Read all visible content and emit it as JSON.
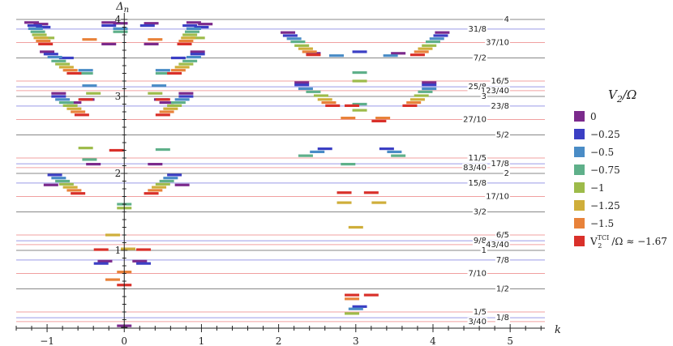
{
  "chart_data": {
    "type": "scatter",
    "xlabel": "k",
    "ylabel": "Δn",
    "xlim": [
      -1.4,
      5.45
    ],
    "ylim": [
      0,
      4
    ],
    "x_ticks": [
      "−1",
      "0",
      "1",
      "2",
      "3",
      "4",
      "5"
    ],
    "y_ticks": [
      "1",
      "2",
      "3",
      "4"
    ],
    "reference_lines": [
      {
        "label": "4",
        "value": 4,
        "kind": "integer"
      },
      {
        "label": "31/8",
        "value": 3.875,
        "kind": "eighth"
      },
      {
        "label": "37/10",
        "value": 3.7,
        "kind": "fraction"
      },
      {
        "label": "7/2",
        "value": 3.5,
        "kind": "half"
      },
      {
        "label": "16/5",
        "value": 3.2,
        "kind": "fraction"
      },
      {
        "label": "25/8",
        "value": 3.125,
        "kind": "eighth"
      },
      {
        "label": "123/40",
        "value": 3.075,
        "kind": "fraction"
      },
      {
        "label": "3",
        "value": 3,
        "kind": "integer"
      },
      {
        "label": "23/8",
        "value": 2.875,
        "kind": "eighth"
      },
      {
        "label": "27/10",
        "value": 2.7,
        "kind": "fraction"
      },
      {
        "label": "5/2",
        "value": 2.5,
        "kind": "half"
      },
      {
        "label": "11/5",
        "value": 2.2,
        "kind": "fraction"
      },
      {
        "label": "17/8",
        "value": 2.125,
        "kind": "eighth"
      },
      {
        "label": "83/40",
        "value": 2.075,
        "kind": "fraction"
      },
      {
        "label": "2",
        "value": 2,
        "kind": "integer"
      },
      {
        "label": "15/8",
        "value": 1.875,
        "kind": "eighth"
      },
      {
        "label": "17/10",
        "value": 1.7,
        "kind": "fraction"
      },
      {
        "label": "3/2",
        "value": 1.5,
        "kind": "half"
      },
      {
        "label": "6/5",
        "value": 1.2,
        "kind": "fraction"
      },
      {
        "label": "9/8",
        "value": 1.125,
        "kind": "eighth"
      },
      {
        "label": "43/40",
        "value": 1.075,
        "kind": "fraction"
      },
      {
        "label": "1",
        "value": 1,
        "kind": "integer"
      },
      {
        "label": "7/8",
        "value": 0.875,
        "kind": "eighth"
      },
      {
        "label": "7/10",
        "value": 0.7,
        "kind": "fraction"
      },
      {
        "label": "1/2",
        "value": 0.5,
        "kind": "half"
      },
      {
        "label": "1/5",
        "value": 0.2,
        "kind": "fraction"
      },
      {
        "label": "1/8",
        "value": 0.125,
        "kind": "eighth"
      },
      {
        "label": "3/40",
        "value": 0.075,
        "kind": "fraction"
      }
    ],
    "line_colors": {
      "integer": "#888888",
      "half": "#888888",
      "eighth": "#9a9ae6",
      "fraction": "#f0a0a0"
    },
    "legend": {
      "title": "V2/Ω",
      "title_main": "V",
      "title_sub": "2",
      "title_rest": "/Ω",
      "placement": "right",
      "entries": [
        {
          "label": "0",
          "color": "#7b2a8c"
        },
        {
          "label": "−0.25",
          "color": "#3b3fc4"
        },
        {
          "label": "−0.5",
          "color": "#4a8cc6"
        },
        {
          "label": "−0.75",
          "color": "#5fb08a"
        },
        {
          "label": "−1",
          "color": "#9dbb4a"
        },
        {
          "label": "−1.25",
          "color": "#cfae3a"
        },
        {
          "label": "−1.5",
          "color": "#e8823a"
        },
        {
          "label": "V2TCI/Ω ≈ −1.67",
          "color": "#d9302a",
          "main": "V",
          "sub": "2",
          "sup": "TCI",
          "rest": "/Ω ≈ −1.67"
        }
      ]
    },
    "series": [
      {
        "name": "0",
        "color": "#7b2a8c",
        "points": [
          [
            -1.2,
            3.96
          ],
          [
            -1.08,
            3.94
          ],
          [
            -0.2,
            3.96
          ],
          [
            -0.05,
            3.95
          ],
          [
            0.35,
            3.95
          ],
          [
            0.9,
            3.96
          ],
          [
            1.05,
            3.94
          ],
          [
            -1.0,
            3.58
          ],
          [
            0.95,
            3.58
          ],
          [
            -0.2,
            3.68
          ],
          [
            0.35,
            3.68
          ],
          [
            2.12,
            3.83
          ],
          [
            4.12,
            3.83
          ],
          [
            2.45,
            3.56
          ],
          [
            3.55,
            3.56
          ],
          [
            2.3,
            3.18
          ],
          [
            3.95,
            3.18
          ],
          [
            -0.85,
            3.04
          ],
          [
            0.8,
            3.04
          ],
          [
            -0.65,
            2.92
          ],
          [
            0.55,
            2.92
          ],
          [
            -0.48,
            2.96
          ],
          [
            0.48,
            2.96
          ],
          [
            -0.95,
            1.85
          ],
          [
            0.75,
            1.85
          ],
          [
            -0.4,
            2.12
          ],
          [
            0.4,
            2.12
          ],
          [
            -0.25,
            0.86
          ],
          [
            0.2,
            0.86
          ],
          [
            0,
            0.02
          ]
        ]
      },
      {
        "name": "−0.25",
        "color": "#3b3fc4",
        "points": [
          [
            -1.16,
            3.92
          ],
          [
            -1.05,
            3.9
          ],
          [
            -0.2,
            3.92
          ],
          [
            0.3,
            3.92
          ],
          [
            0.85,
            3.92
          ],
          [
            1.0,
            3.9
          ],
          [
            -0.95,
            3.55
          ],
          [
            0.95,
            3.55
          ],
          [
            -0.75,
            3.5
          ],
          [
            0.7,
            3.5
          ],
          [
            2.15,
            3.79
          ],
          [
            4.1,
            3.79
          ],
          [
            2.3,
            3.15
          ],
          [
            3.95,
            3.15
          ],
          [
            3.05,
            3.58
          ],
          [
            -0.85,
            3.0
          ],
          [
            0.8,
            3.0
          ],
          [
            -0.9,
            1.98
          ],
          [
            0.65,
            1.98
          ],
          [
            -0.3,
            0.83
          ],
          [
            0.25,
            0.83
          ],
          [
            2.6,
            2.32
          ],
          [
            3.4,
            2.32
          ],
          [
            3.05,
            0.27
          ]
        ]
      },
      {
        "name": "−0.5",
        "color": "#4a8cc6",
        "points": [
          [
            -1.15,
            3.88
          ],
          [
            -0.05,
            3.88
          ],
          [
            0.9,
            3.88
          ],
          [
            -0.9,
            3.51
          ],
          [
            0.9,
            3.51
          ],
          [
            -0.5,
            3.34
          ],
          [
            0.5,
            3.34
          ],
          [
            2.2,
            3.75
          ],
          [
            4.05,
            3.75
          ],
          [
            2.35,
            3.1
          ],
          [
            3.95,
            3.1
          ],
          [
            2.75,
            3.53
          ],
          [
            3.45,
            3.53
          ],
          [
            -0.8,
            2.96
          ],
          [
            0.75,
            2.96
          ],
          [
            -0.85,
            1.94
          ],
          [
            0.6,
            1.94
          ],
          [
            -0.45,
            3.14
          ],
          [
            0.45,
            3.14
          ],
          [
            2.5,
            2.28
          ],
          [
            3.5,
            2.28
          ],
          [
            3.0,
            0.24
          ]
        ]
      },
      {
        "name": "−0.75",
        "color": "#5fb08a",
        "points": [
          [
            -1.12,
            3.84
          ],
          [
            -0.05,
            3.84
          ],
          [
            0.88,
            3.84
          ],
          [
            -0.85,
            3.46
          ],
          [
            0.85,
            3.46
          ],
          [
            -0.5,
            3.3
          ],
          [
            0.5,
            3.3
          ],
          [
            2.25,
            3.71
          ],
          [
            4.0,
            3.71
          ],
          [
            3.05,
            3.31
          ],
          [
            2.45,
            3.06
          ],
          [
            3.9,
            3.06
          ],
          [
            -0.75,
            2.92
          ],
          [
            0.7,
            2.92
          ],
          [
            -0.8,
            1.9
          ],
          [
            0.55,
            1.9
          ],
          [
            -0.45,
            2.18
          ],
          [
            0.5,
            2.31
          ],
          [
            0,
            1.6
          ],
          [
            2.35,
            2.23
          ],
          [
            3.55,
            2.23
          ],
          [
            3.05,
            2.9
          ],
          [
            2.9,
            2.12
          ]
        ]
      },
      {
        "name": "−1",
        "color": "#9dbb4a",
        "points": [
          [
            -1.1,
            3.8
          ],
          [
            0.85,
            3.8
          ],
          [
            -1.0,
            3.76
          ],
          [
            0.95,
            3.76
          ],
          [
            -0.8,
            3.42
          ],
          [
            0.8,
            3.42
          ],
          [
            -0.4,
            3.04
          ],
          [
            0.4,
            3.04
          ],
          [
            2.3,
            3.66
          ],
          [
            3.95,
            3.66
          ],
          [
            3.05,
            3.2
          ],
          [
            2.55,
            3.01
          ],
          [
            3.85,
            3.01
          ],
          [
            -0.7,
            2.88
          ],
          [
            0.65,
            2.88
          ],
          [
            -0.75,
            1.86
          ],
          [
            0.5,
            1.86
          ],
          [
            0,
            1.55
          ],
          [
            3.05,
            2.82
          ],
          [
            2.95,
            0.18
          ],
          [
            -0.5,
            2.33
          ]
        ]
      },
      {
        "name": "−1.25",
        "color": "#cfae3a",
        "points": [
          [
            -1.08,
            3.76
          ],
          [
            0.83,
            3.76
          ],
          [
            -0.75,
            3.38
          ],
          [
            0.75,
            3.38
          ],
          [
            -0.65,
            2.84
          ],
          [
            0.6,
            2.84
          ],
          [
            2.35,
            3.62
          ],
          [
            3.9,
            3.62
          ],
          [
            2.6,
            2.96
          ],
          [
            3.8,
            2.96
          ],
          [
            -0.7,
            1.82
          ],
          [
            0.45,
            1.82
          ],
          [
            -0.15,
            1.2
          ],
          [
            0.05,
            1.02
          ],
          [
            3.0,
            1.3
          ],
          [
            2.85,
            1.62
          ],
          [
            3.3,
            1.62
          ]
        ]
      },
      {
        "name": "−1.5",
        "color": "#e8823a",
        "points": [
          [
            -1.05,
            3.72
          ],
          [
            0.8,
            3.72
          ],
          [
            -0.45,
            3.74
          ],
          [
            0.4,
            3.74
          ],
          [
            -0.7,
            3.34
          ],
          [
            0.7,
            3.34
          ],
          [
            -0.6,
            2.8
          ],
          [
            0.55,
            2.8
          ],
          [
            2.4,
            3.58
          ],
          [
            3.85,
            3.58
          ],
          [
            2.65,
            2.92
          ],
          [
            3.75,
            2.92
          ],
          [
            -0.65,
            1.78
          ],
          [
            0.4,
            1.78
          ],
          [
            0,
            0.72
          ],
          [
            2.9,
            2.72
          ],
          [
            3.35,
            2.72
          ],
          [
            2.95,
            0.37
          ],
          [
            -0.15,
            0.62
          ]
        ]
      },
      {
        "name": "V2TCI/Ω ≈ −1.67",
        "color": "#d9302a",
        "points": [
          [
            -1.02,
            3.68
          ],
          [
            0.78,
            3.68
          ],
          [
            -0.65,
            3.3
          ],
          [
            0.65,
            3.3
          ],
          [
            -0.5,
            2.96
          ],
          [
            0.5,
            2.96
          ],
          [
            -0.55,
            2.76
          ],
          [
            0.5,
            2.76
          ],
          [
            2.45,
            3.54
          ],
          [
            3.8,
            3.54
          ],
          [
            2.7,
            2.88
          ],
          [
            3.7,
            2.88
          ],
          [
            -0.6,
            1.74
          ],
          [
            0.35,
            1.74
          ],
          [
            -0.3,
            1.01
          ],
          [
            0.25,
            1.01
          ],
          [
            0,
            0.55
          ],
          [
            2.95,
            2.88
          ],
          [
            3.3,
            2.68
          ],
          [
            2.85,
            1.75
          ],
          [
            3.2,
            1.75
          ],
          [
            2.95,
            0.42
          ],
          [
            3.2,
            0.42
          ],
          [
            -0.1,
            2.3
          ]
        ]
      }
    ]
  }
}
